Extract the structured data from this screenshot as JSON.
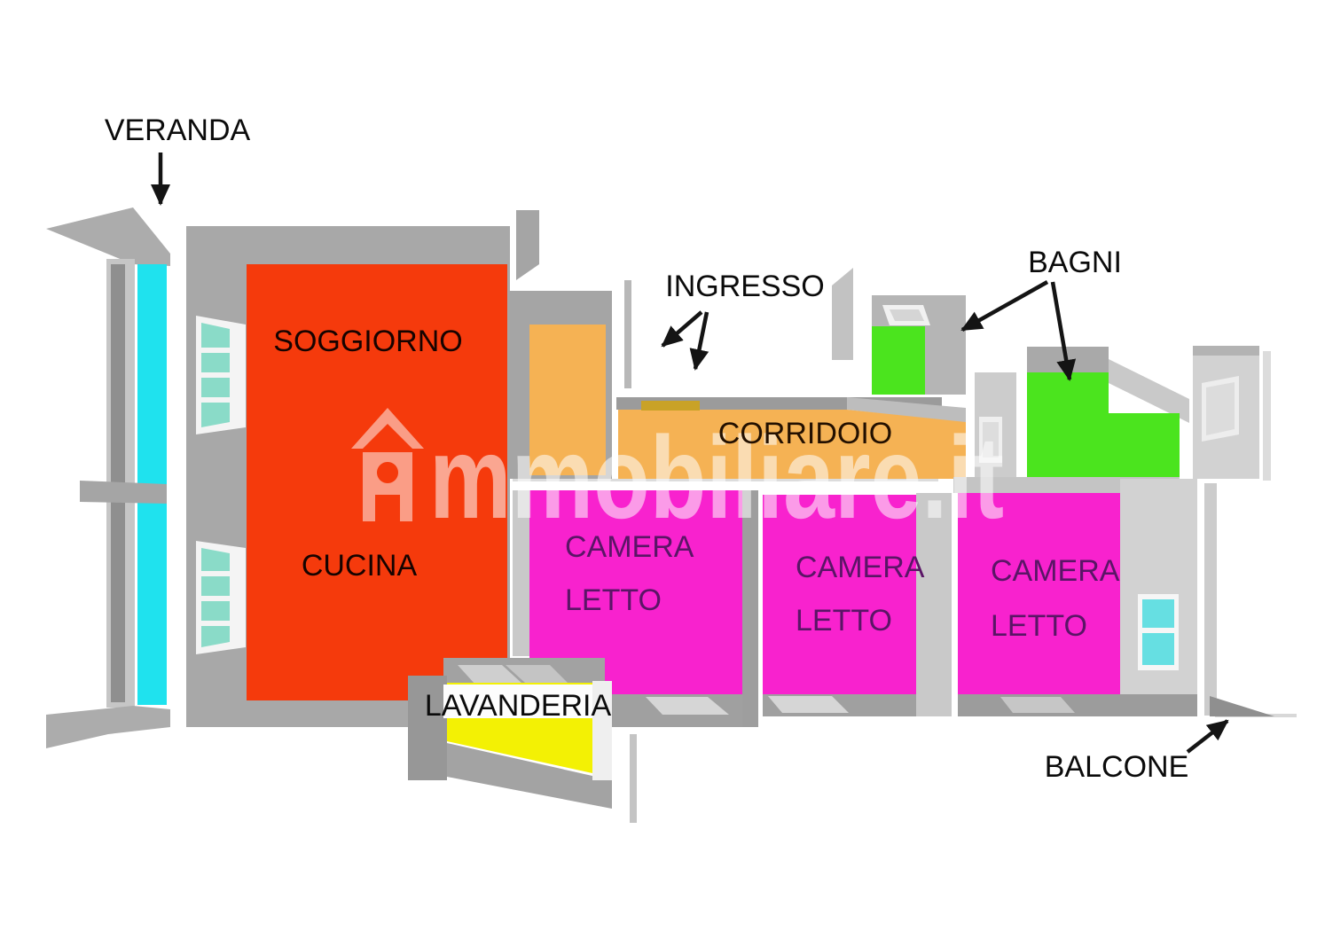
{
  "brand": {
    "watermark_text": "mmobiliare.it"
  },
  "labels": {
    "veranda": "VERANDA",
    "soggiorno": "SOGGIORNO",
    "cucina": "CUCINA",
    "ingresso": "INGRESSO",
    "corridoio": "CORRIDOIO",
    "bagni": "BAGNI",
    "camera": "CAMERA",
    "letto": "LETTO",
    "lavanderia": "LAVANDERIA",
    "balcone": "BALCONE"
  },
  "colors": {
    "veranda": "#1FE2EE",
    "soggiorno_cucina": "#F53A0C",
    "ingresso": "#F5B254",
    "corridoio": "#F5B254",
    "bagni": "#4BE41E",
    "camera_letto": "#F822CE",
    "lavanderia": "#F3F104",
    "window_glass": "#8ADBC8",
    "window_cyan": "#66DFE2",
    "wall": "#A8A8A8",
    "wall_light": "#C9C9C9",
    "floor": "#9E9E9E",
    "label_text": "#0B0B0B",
    "camera_text": "#5A1566",
    "arrow": "#141414",
    "watermark": "#FFFFFF"
  }
}
